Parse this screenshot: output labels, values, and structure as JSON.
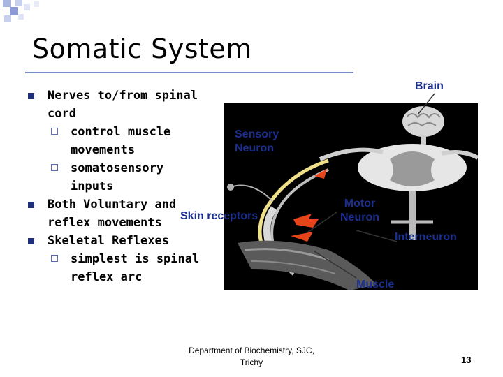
{
  "slide": {
    "title": "Somatic System",
    "bullets": [
      {
        "level": 1,
        "text": "Nerves to/from spinal cord"
      },
      {
        "level": 2,
        "text": "control muscle movements"
      },
      {
        "level": 2,
        "text": "somatosensory inputs"
      },
      {
        "level": 1,
        "text": "Both Voluntary and reflex movements"
      },
      {
        "level": 1,
        "text": "Skeletal Reflexes"
      },
      {
        "level": 2,
        "text": "simplest is spinal reflex arc"
      }
    ],
    "labels": {
      "brain": "Brain",
      "sensory_neuron": "Sensory Neuron",
      "motor_neuron": "Motor Neuron",
      "skin_receptors": "Skin receptors",
      "interneuron": "Interneuron",
      "muscle": "Muscle"
    },
    "footer": "Department of Biochemistry, SJC, Trichy",
    "page_number": "13"
  },
  "colors": {
    "label_blue": "#1a2f8f",
    "bullet_navy": "#1f2f7a",
    "background": "#ffffff",
    "photo_background": "#000000"
  }
}
